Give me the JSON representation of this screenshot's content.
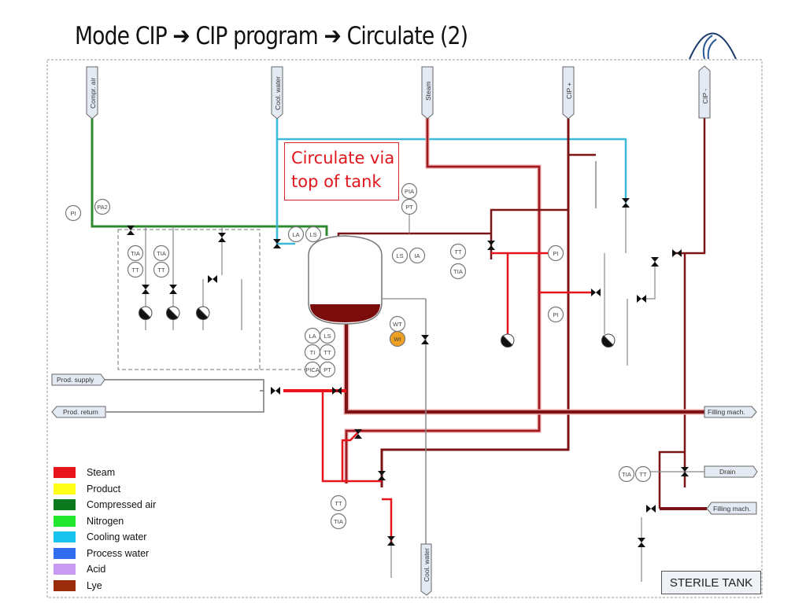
{
  "slide": {
    "title": "Mode CIP ➔ CIP program ➔ Circulate (2)",
    "callout": "Circulate via top of tank",
    "callout_line1": "Circulate via",
    "callout_line2": "top of tank",
    "diagram_title": "STERILE TANK",
    "logo": "company-logo-icon"
  },
  "pipe_tags": {
    "compr_air": "Compr. air",
    "cool_water_top": "Cool. water",
    "steam": "Steam",
    "cip_plus": "CIP +",
    "cip_minus": "CIP -",
    "prod_supply": "Prod. supply",
    "prod_return": "Prod. return",
    "filling_mach_1": "Filling mach.",
    "drain": "Drain",
    "filling_mach_2": "Filling mach.",
    "cool_water_bottom": "Cool. water"
  },
  "instruments": [
    "PI",
    "PA2",
    "TIA",
    "TIA",
    "TT",
    "TT",
    "LA",
    "LS",
    "PIA",
    "PT",
    "LS",
    "IA",
    "TT",
    "TIA",
    "PI",
    "PI",
    "WT",
    "WI",
    "LA",
    "LS",
    "TI",
    "TT",
    "PICA",
    "PT",
    "TT",
    "TIA",
    "TIA",
    "TT"
  ],
  "legend": [
    {
      "label": "Steam",
      "color": "#e8141c"
    },
    {
      "label": "Product",
      "color": "#ffff1a"
    },
    {
      "label": "Compressed air",
      "color": "#0b7a1e"
    },
    {
      "label": "Nitrogen",
      "color": "#22e62e"
    },
    {
      "label": "Cooling water",
      "color": "#18c4ee"
    },
    {
      "label": "Process water",
      "color": "#2f6ef0"
    },
    {
      "label": "Acid",
      "color": "#c89af2"
    },
    {
      "label": "Lye",
      "color": "#9a2c0c"
    }
  ],
  "colors": {
    "steam_pipe": "#d8262c",
    "lye_pipe": "#7c1416",
    "compressed_air_pipe": "#2f8a2f",
    "cooling_water_pipe": "#3bbad8",
    "tank_liquid": "#7a0c0c",
    "weight_indicator": "#f0a020"
  }
}
